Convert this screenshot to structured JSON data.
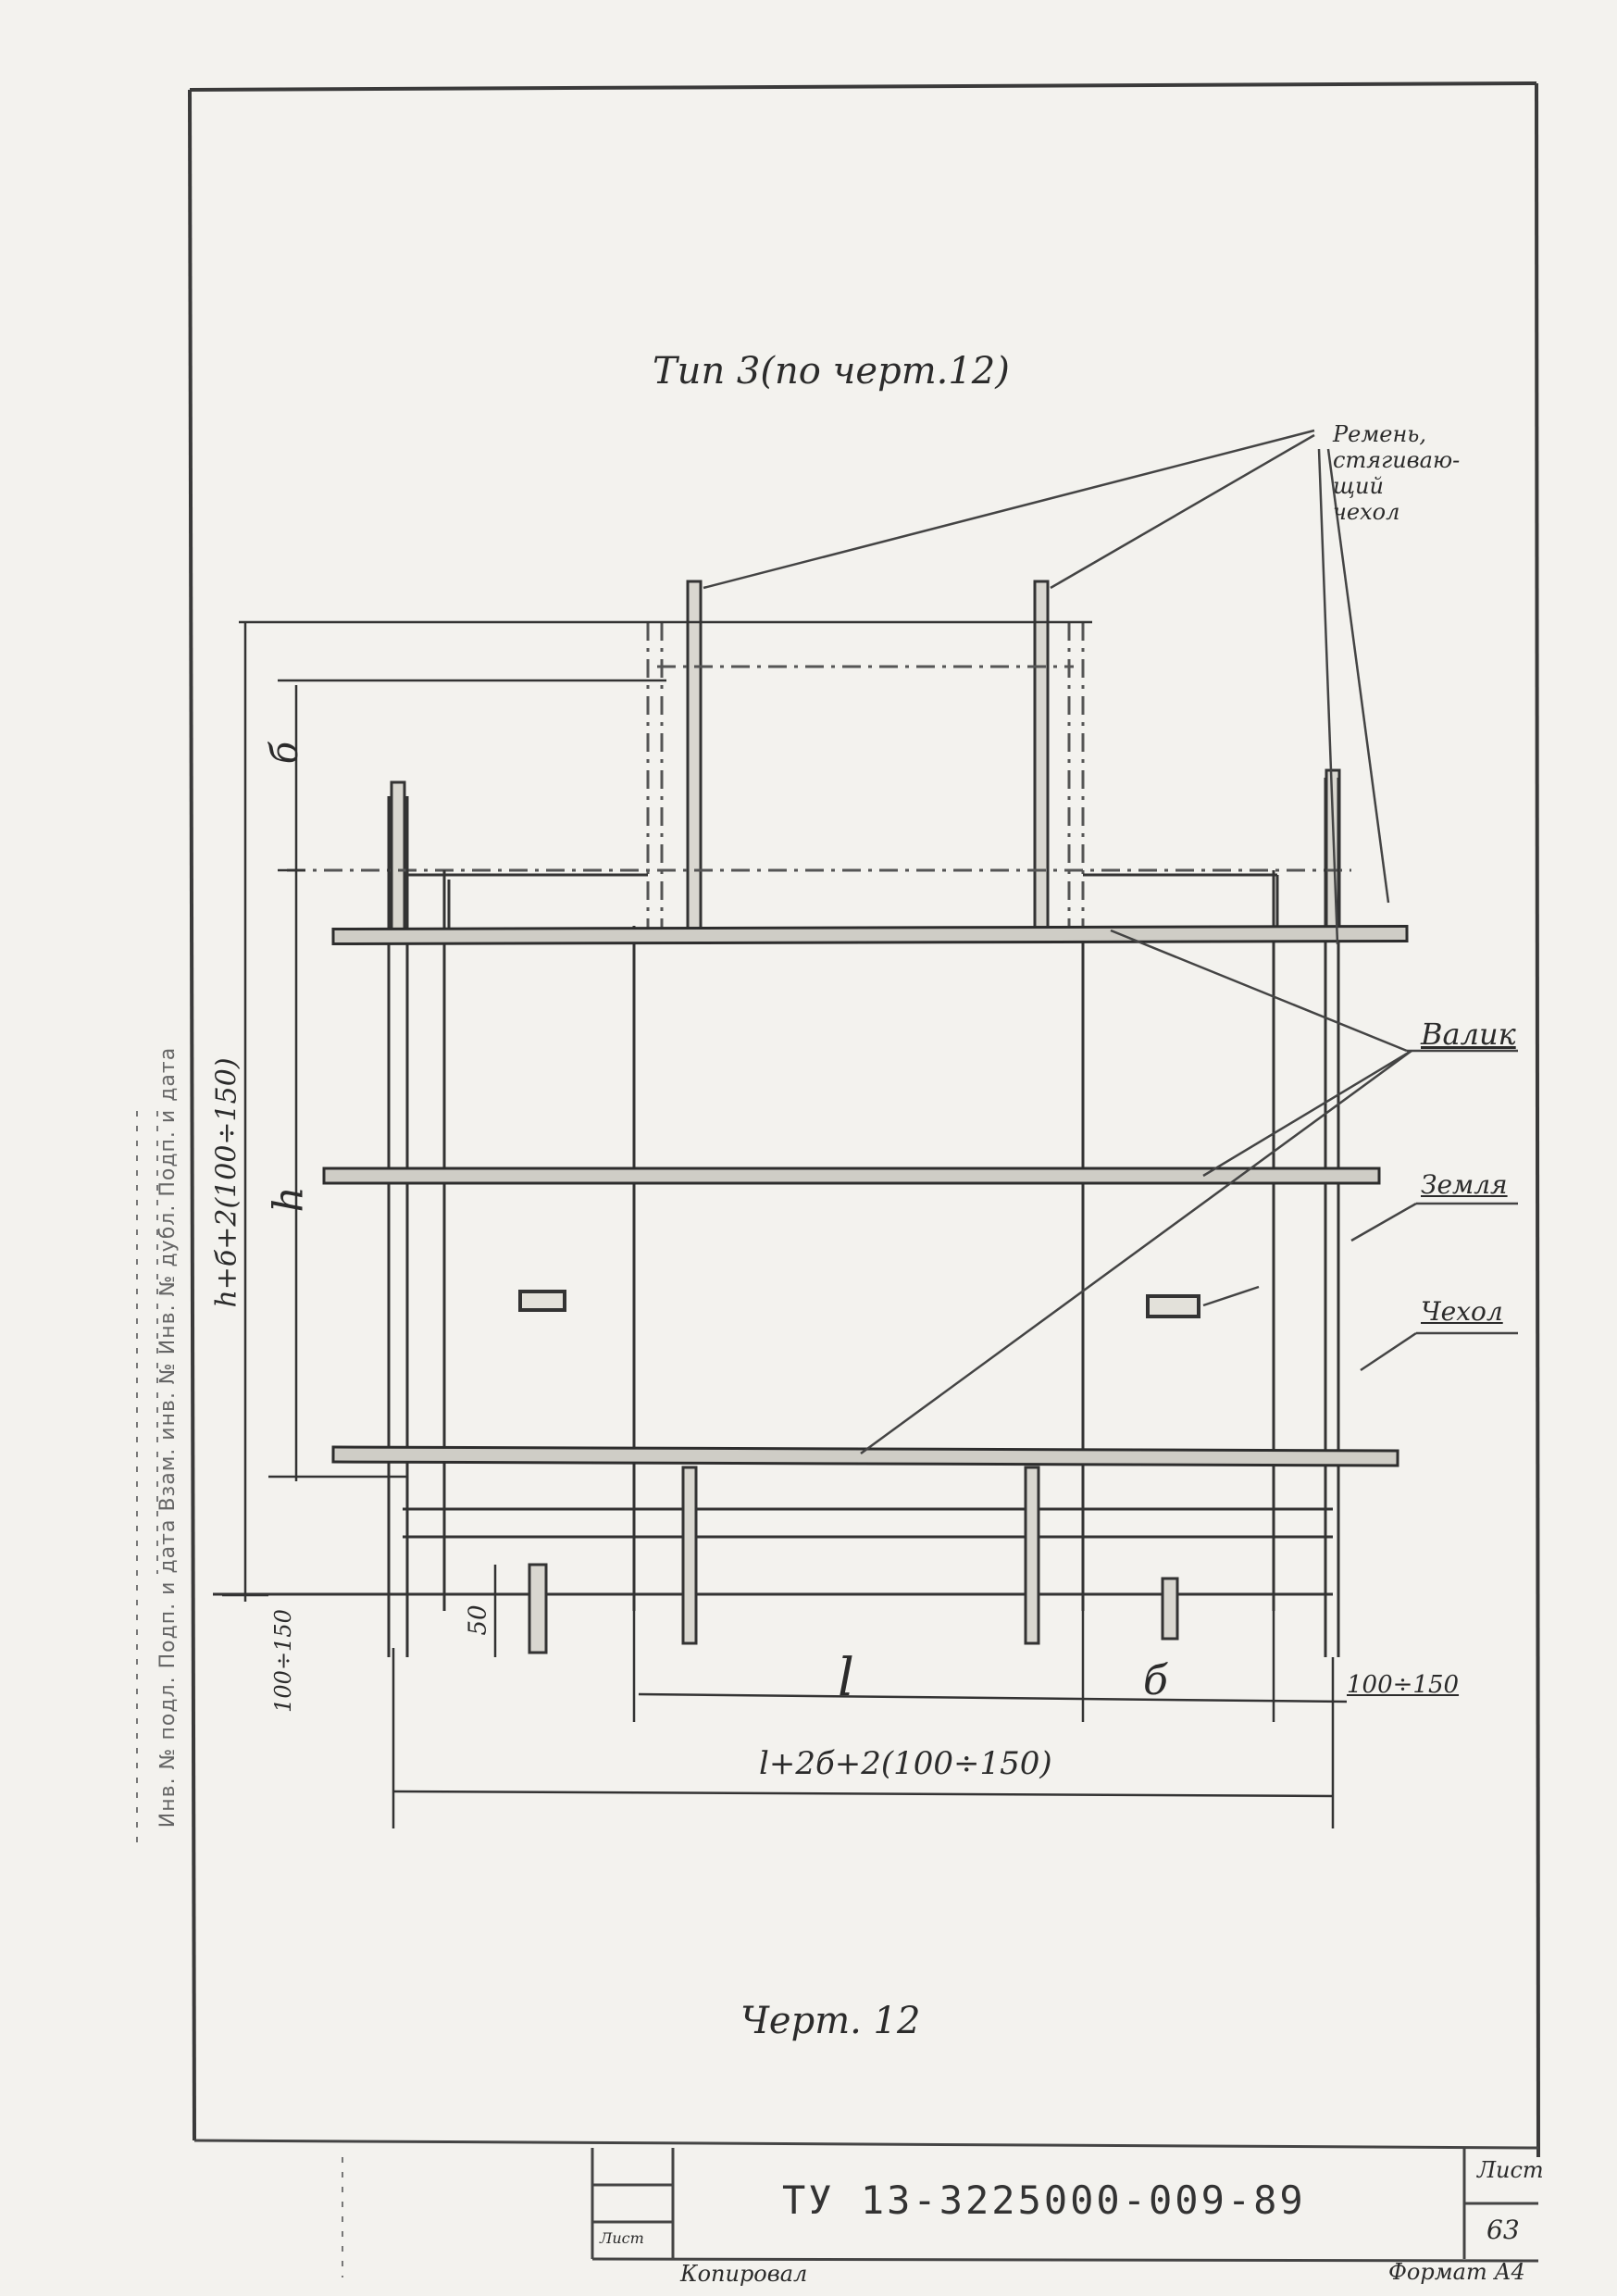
{
  "drawing": {
    "title": "Тип 3(по черт.12)",
    "caption": "Черт. 12",
    "callouts": {
      "belt": [
        "Ремень,",
        "стягиваю-",
        "щий",
        "чехол"
      ],
      "roller": "Валик",
      "felt": "Земля",
      "cover": "Чехол"
    },
    "dimensions": {
      "b_top": "б",
      "h": "h",
      "total_height": "h+б+2(100÷150)",
      "bottom_margin": "100÷150",
      "small_gap": "50",
      "l": "l",
      "b_bottom": "б",
      "right_margin": "100÷150",
      "total_width": "l+2б+2(100÷150)"
    }
  },
  "margin_stamp": "Инв. № подл.   Подп. и дата   Взам. инв. №   Инв. № дубл.   Подп. и дата",
  "title_block": {
    "doc_number": "ТУ 13-3225000-009-89",
    "sheet_label": "Лист",
    "sheet_number": "63",
    "copied_label": "Копировал",
    "format_label": "Формат А4",
    "cell_label": "Лист"
  }
}
